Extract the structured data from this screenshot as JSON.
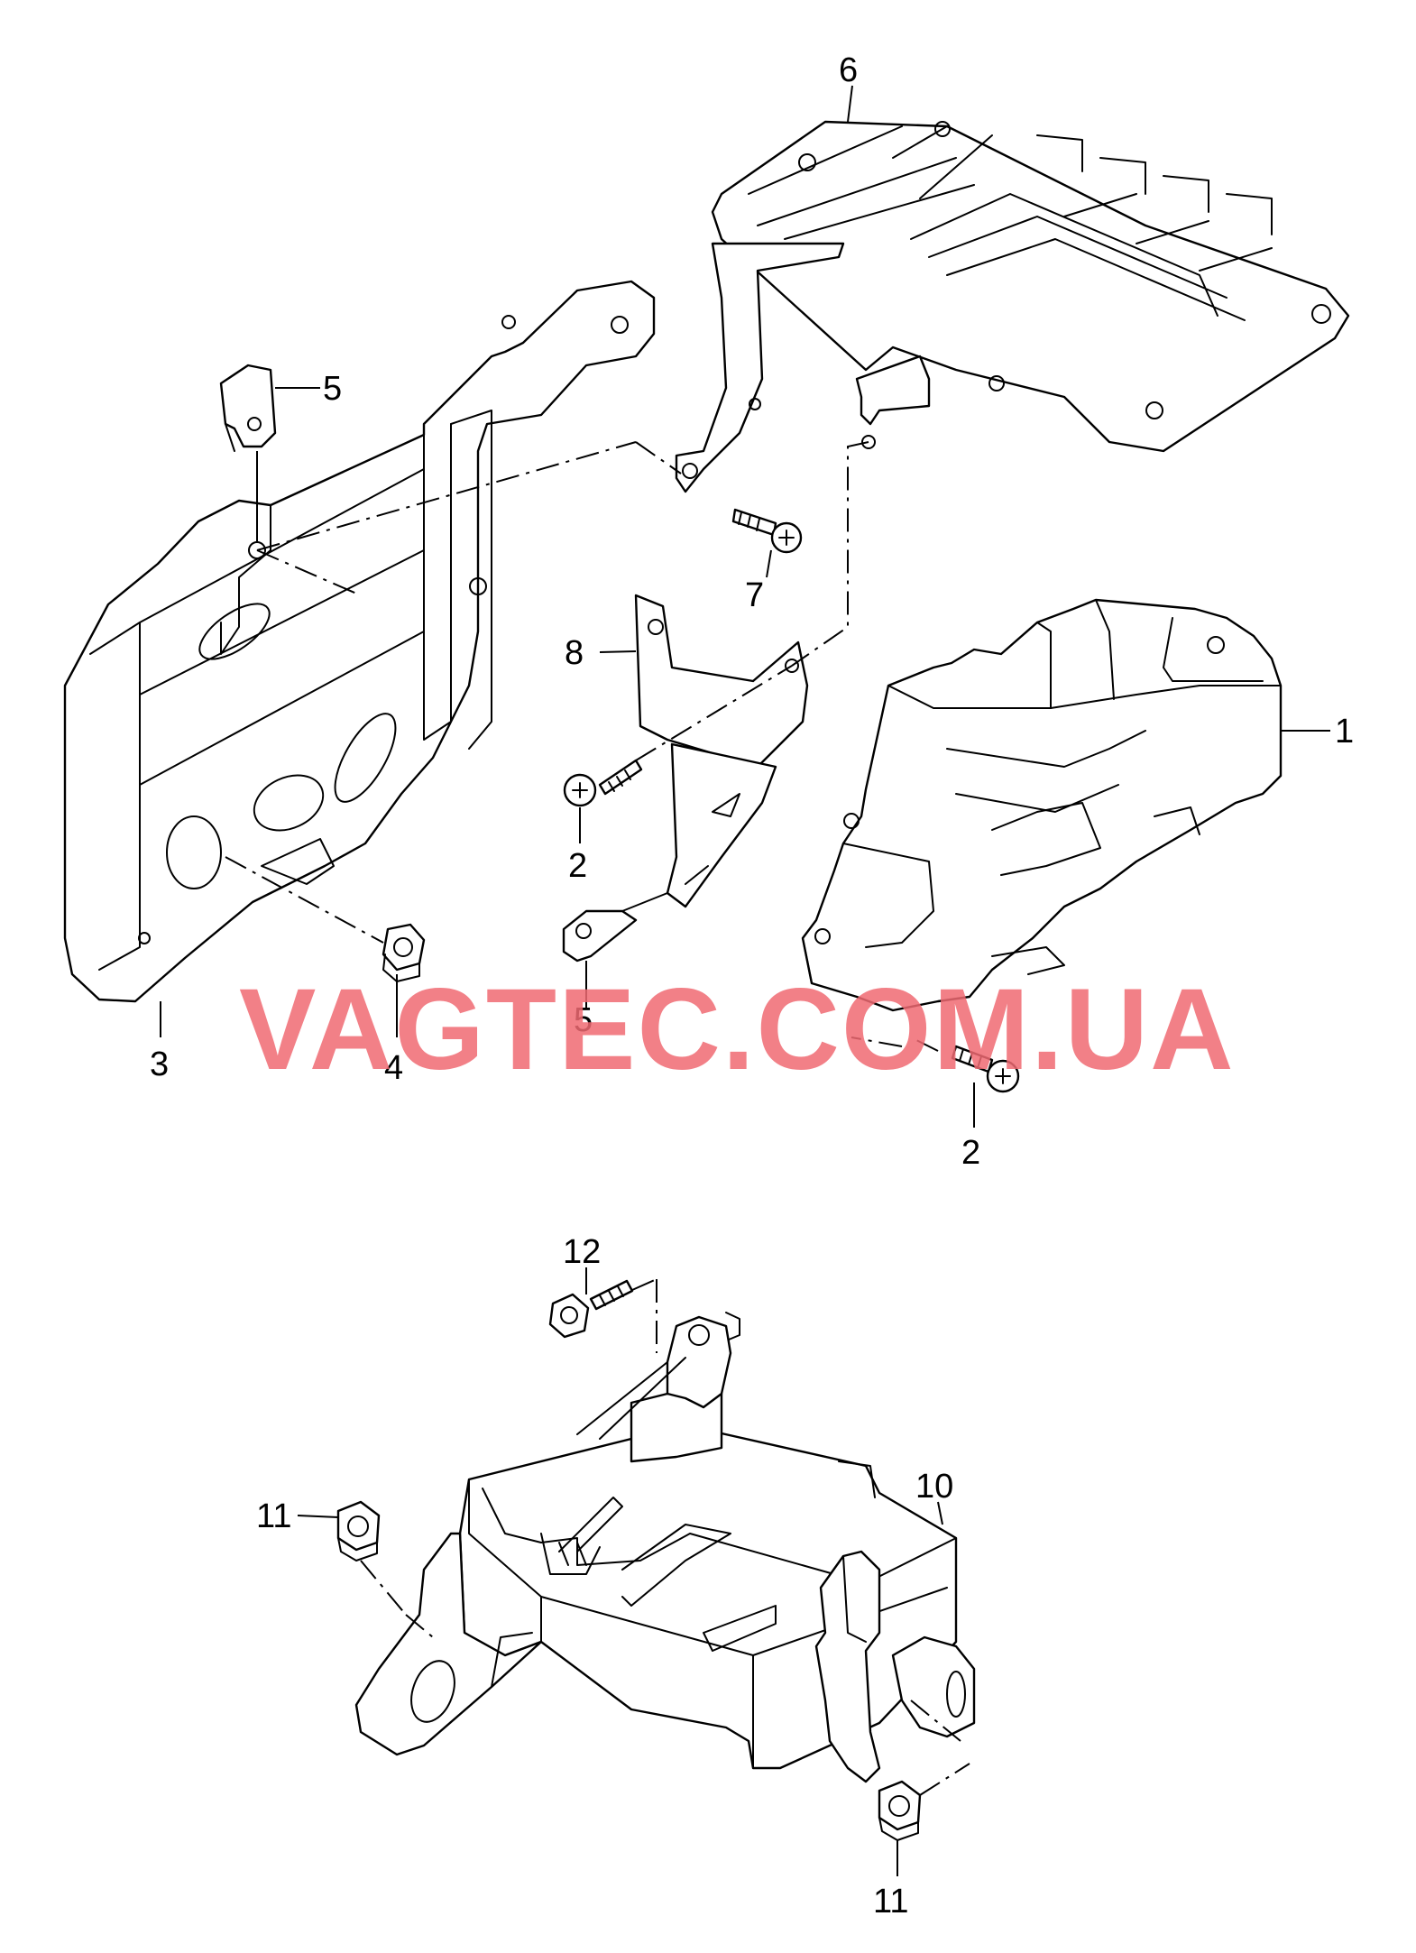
{
  "diagram": {
    "watermark": "VAGTEC.COM.UA",
    "callouts": {
      "c1": "1",
      "c2a": "2",
      "c2b": "2",
      "c3": "3",
      "c4": "4",
      "c5a": "5",
      "c5b": "5",
      "c6": "6",
      "c7": "7",
      "c8": "8",
      "c10": "10",
      "c11a": "11",
      "c11b": "11",
      "c12": "12"
    }
  }
}
